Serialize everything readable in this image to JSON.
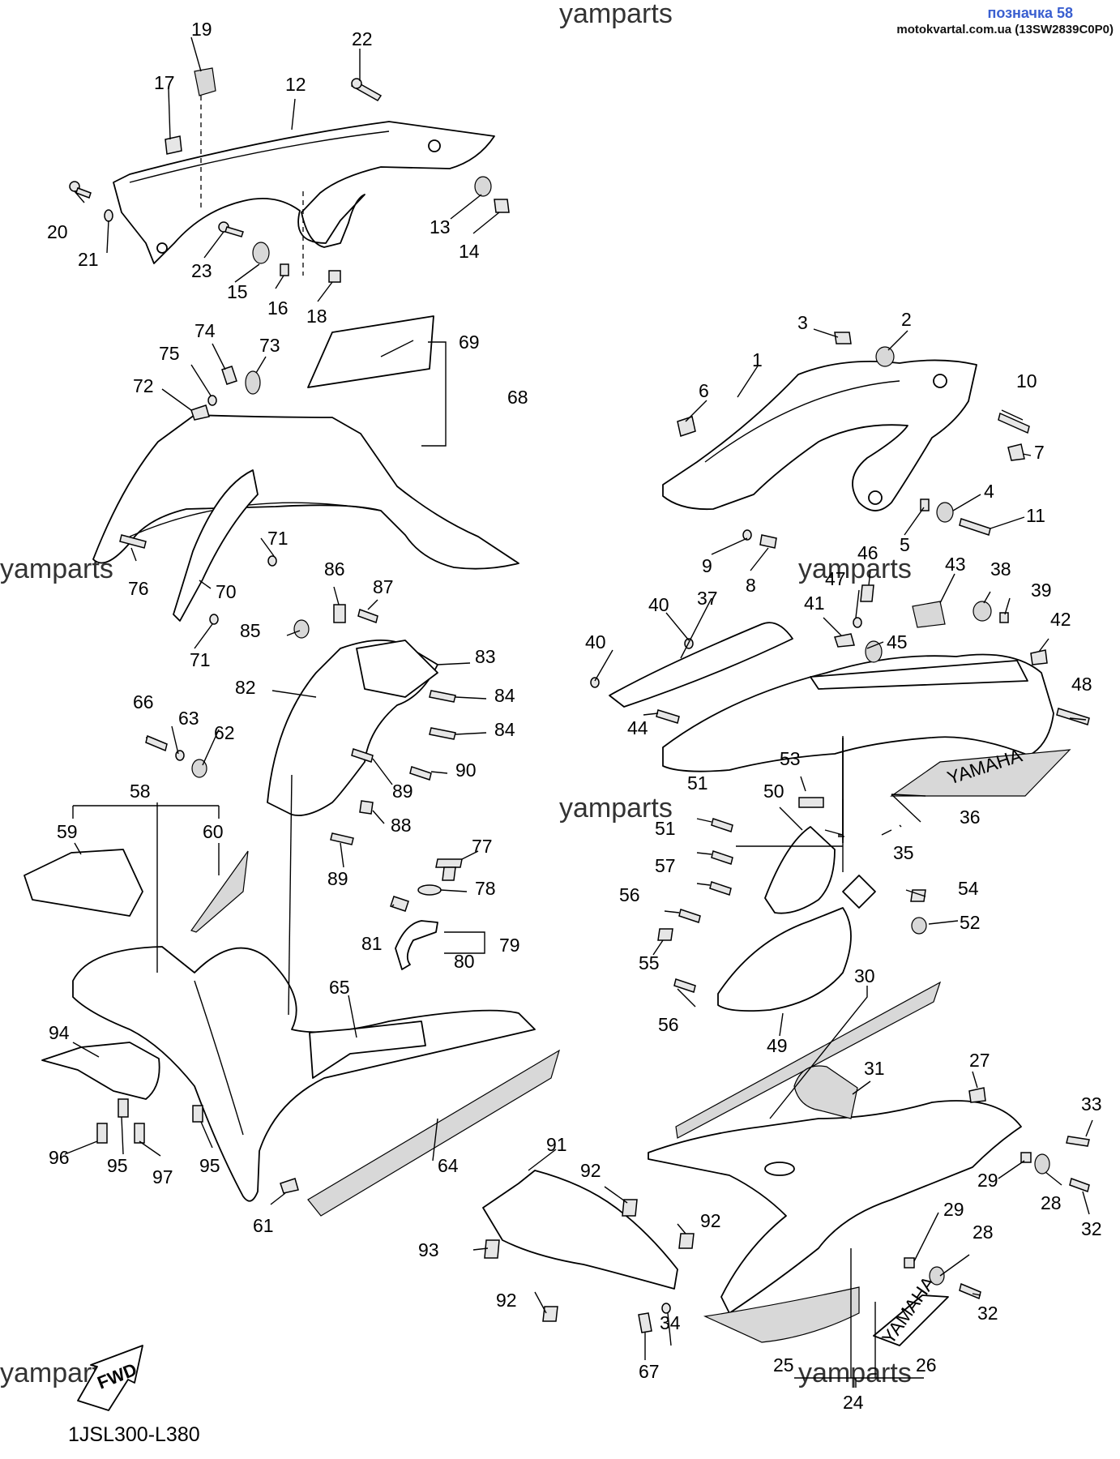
{
  "header": {
    "badge": "позначка 58",
    "source": "motokvartal.com.ua (13SW2839C0P0)"
  },
  "watermarks": [
    "yamparts",
    "yamparts",
    "yamparts",
    "yamparts",
    "yamparts",
    "yamparts"
  ],
  "diagram_code": "1JSL300-L380",
  "fwd_label": "FWD",
  "callouts": {
    "c1": "1",
    "c2": "2",
    "c3": "3",
    "c4": "4",
    "c5": "5",
    "c6": "6",
    "c7": "7",
    "c8": "8",
    "c9": "9",
    "c10": "10",
    "c11": "11",
    "c12": "12",
    "c13": "13",
    "c14": "14",
    "c15": "15",
    "c16": "16",
    "c17": "17",
    "c18": "18",
    "c19": "19",
    "c20": "20",
    "c21": "21",
    "c22": "22",
    "c23": "23",
    "c24": "24",
    "c25": "25",
    "c26": "26",
    "c27": "27",
    "c28a": "28",
    "c28b": "28",
    "c29a": "29",
    "c29b": "29",
    "c30": "30",
    "c31": "31",
    "c32a": "32",
    "c32b": "32",
    "c33": "33",
    "c34": "34",
    "c35": "35",
    "c36": "36",
    "c37": "37",
    "c38": "38",
    "c39": "39",
    "c40a": "40",
    "c40b": "40",
    "c41": "41",
    "c42": "42",
    "c43": "43",
    "c44": "44",
    "c45": "45",
    "c46": "46",
    "c47": "47",
    "c48": "48",
    "c49": "49",
    "c50": "50",
    "c51a": "51",
    "c51b": "51",
    "c52": "52",
    "c53": "53",
    "c54": "54",
    "c55": "55",
    "c56a": "56",
    "c56b": "56",
    "c57": "57",
    "c58": "58",
    "c59": "59",
    "c60": "60",
    "c61": "61",
    "c62": "62",
    "c63": "63",
    "c64": "64",
    "c65": "65",
    "c66": "66",
    "c67": "67",
    "c68": "68",
    "c69": "69",
    "c70": "70",
    "c71a": "71",
    "c71b": "71",
    "c72": "72",
    "c73": "73",
    "c74": "74",
    "c75": "75",
    "c76": "76",
    "c77": "77",
    "c78": "78",
    "c79": "79",
    "c80": "80",
    "c81": "81",
    "c82": "82",
    "c83": "83",
    "c84a": "84",
    "c84b": "84",
    "c85": "85",
    "c86": "86",
    "c87": "87",
    "c88": "88",
    "c89a": "89",
    "c89b": "89",
    "c90": "90",
    "c91": "91",
    "c92a": "92",
    "c92b": "92",
    "c92c": "92",
    "c93": "93",
    "c94": "94",
    "c95a": "95",
    "c95b": "95",
    "c96": "96",
    "c97": "97"
  },
  "logo_text": "YAMAHA"
}
